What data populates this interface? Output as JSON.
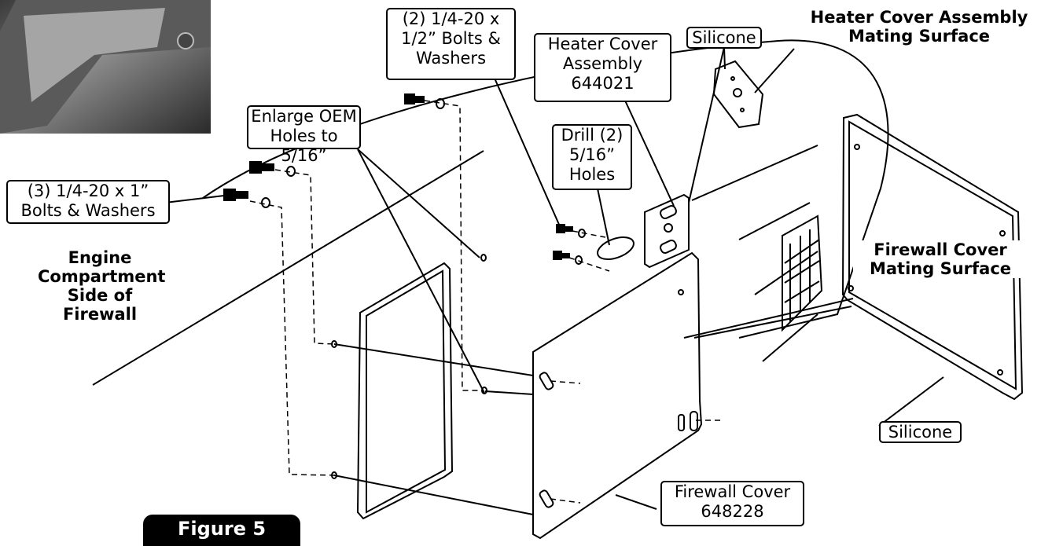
{
  "figure_label": "Figure 5",
  "callouts": {
    "bolts_half": "(2) 1/4-20 x\n1/2” Bolts &\nWashers",
    "heater_assembly": "Heater Cover\nAssembly\n644021",
    "silicone_top": "Silicone",
    "enlarge_holes": "Enlarge OEM\nHoles to 5/16”",
    "drill_holes": "Drill (2)\n5/16”\nHoles",
    "bolts_one": "(3) 1/4-20 x 1”\nBolts & Washers",
    "silicone_bottom": "Silicone",
    "firewall_cover": "Firewall Cover\n648228"
  },
  "headings": {
    "heater_mating": "Heater Cover Assembly\nMating Surface",
    "engine_side": "Engine\nCompartment\nSide of\nFirewall",
    "firewall_mating": "Firewall Cover\nMating Surface"
  },
  "colors": {
    "ink": "#000000",
    "paper": "#ffffff",
    "photo_dark": "#2a2a2a",
    "photo_light": "#9a9a9a"
  }
}
